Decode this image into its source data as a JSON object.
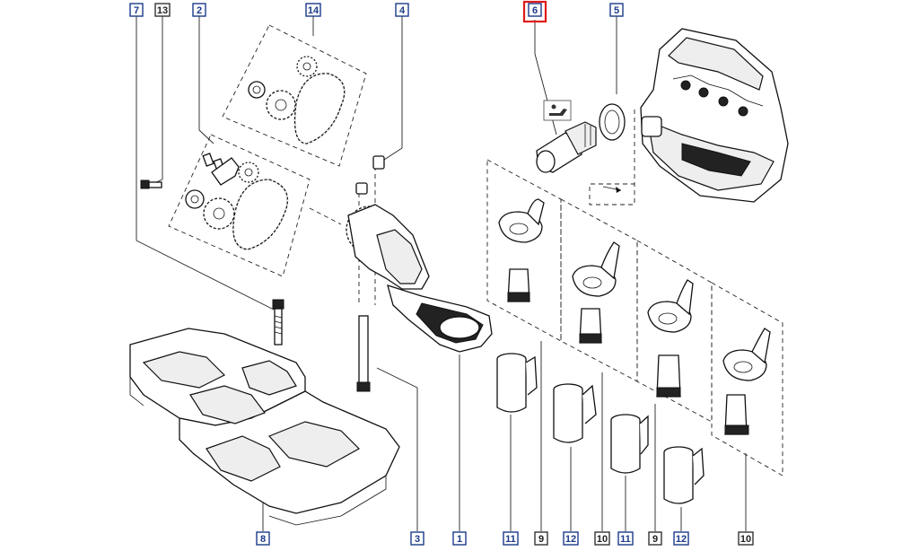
{
  "callouts": [
    {
      "id": "c7",
      "label": "7",
      "highlighted": false,
      "plain": false
    },
    {
      "id": "c13",
      "label": "13",
      "highlighted": false,
      "plain": true
    },
    {
      "id": "c2",
      "label": "2",
      "highlighted": false,
      "plain": false
    },
    {
      "id": "c14",
      "label": "14",
      "highlighted": false,
      "plain": false
    },
    {
      "id": "c4",
      "label": "4",
      "highlighted": false,
      "plain": false
    },
    {
      "id": "c6",
      "label": "6",
      "highlighted": true,
      "plain": false
    },
    {
      "id": "c5",
      "label": "5",
      "highlighted": false,
      "plain": false
    },
    {
      "id": "c8",
      "label": "8",
      "highlighted": false,
      "plain": false
    },
    {
      "id": "c3",
      "label": "3",
      "highlighted": false,
      "plain": false
    },
    {
      "id": "c1",
      "label": "1",
      "highlighted": false,
      "plain": false
    },
    {
      "id": "c11a",
      "label": "11",
      "highlighted": false,
      "plain": false
    },
    {
      "id": "c9a",
      "label": "9",
      "highlighted": false,
      "plain": true
    },
    {
      "id": "c12a",
      "label": "12",
      "highlighted": false,
      "plain": false
    },
    {
      "id": "c10a",
      "label": "10",
      "highlighted": false,
      "plain": true
    },
    {
      "id": "c11b",
      "label": "11",
      "highlighted": false,
      "plain": false
    },
    {
      "id": "c9b",
      "label": "9",
      "highlighted": false,
      "plain": true
    },
    {
      "id": "c12b",
      "label": "12",
      "highlighted": false,
      "plain": false
    },
    {
      "id": "c10b",
      "label": "10",
      "highlighted": false,
      "plain": true
    }
  ],
  "colors": {
    "callout": "#1b3a8a",
    "highlight": "#e01b1b",
    "line": "#222222"
  },
  "icons": {
    "oil_pressure": "oil-can-icon"
  }
}
